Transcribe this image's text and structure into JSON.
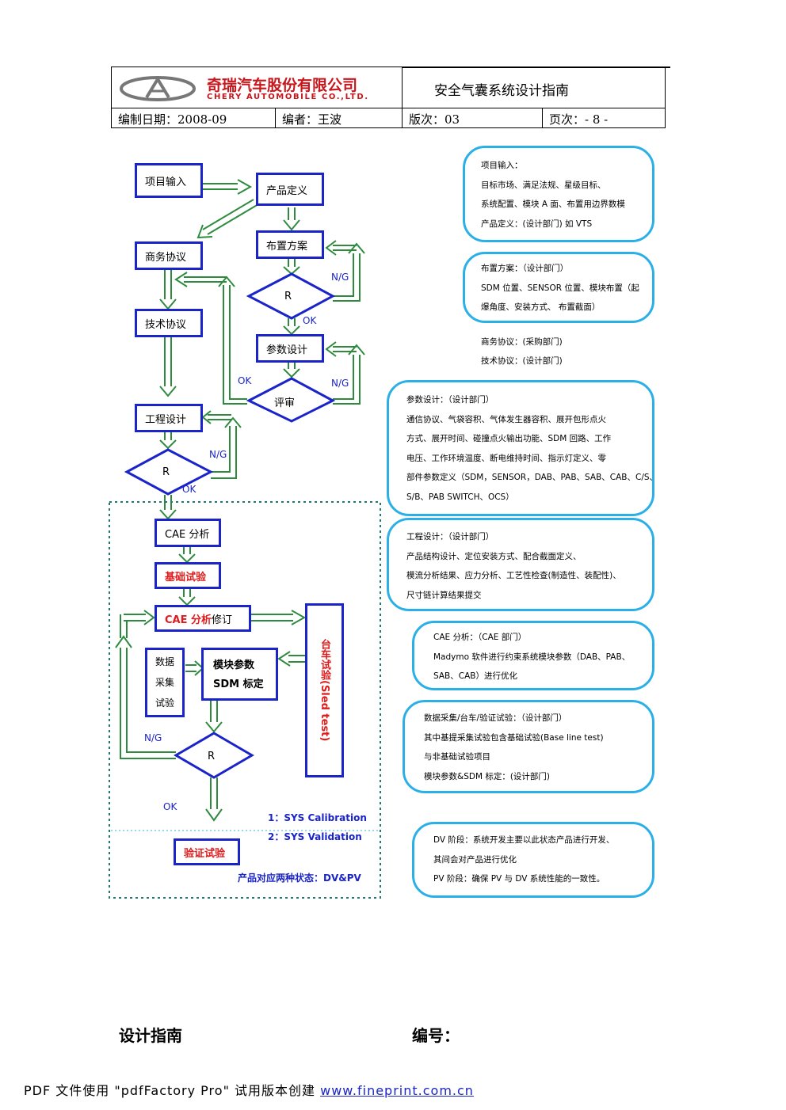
{
  "header": {
    "company_cn": "奇瑞汽车股份有限公司",
    "company_en": "CHERY AUTOMOBILE CO.,LTD.",
    "doc_title": "安全气囊系统设计指南",
    "date_label": "编制日期：2008-09",
    "author_label": "编者：王波",
    "version_label": "版次：03",
    "page_label": "页次：- 8 -"
  },
  "flow": {
    "project_input": "项目输入",
    "product_def": "产品定义",
    "business": "商务协议",
    "layout": "布置方案",
    "tech": "技术协议",
    "param": "参数设计",
    "engineering": "工程设计",
    "review": "评审",
    "r1": "R",
    "r2": "R",
    "r3": "R",
    "ng1": "N/G",
    "ok1": "OK",
    "ng2": "N/G",
    "ok2": "OK",
    "ng3": "N/G",
    "ok3": "OK",
    "ng4": "N/G",
    "ok4": "OK",
    "cae": "CAE 分析",
    "basic_test": "基础试验",
    "cae_revise_red": "CAE 分析",
    "cae_revise_black": "修订",
    "data_collect": "数据采集试验",
    "module_param_1": "模块参数",
    "module_param_2": "SDM 标定",
    "sled_test": "台车试验(Sled test)",
    "sys_cal": "1：SYS Calibration",
    "sys_val": "2：SYS Validation",
    "verify_test": "验证试验",
    "dvpv": "产品对应两种状态：DV&PV"
  },
  "callouts": {
    "c1": [
      "项目输入：",
      "目标市场、满足法规、星级目标、",
      "系统配置、模块 A 面、布置用边界数模",
      "产品定义：(设计部门) 如 VTS"
    ],
    "c2": [
      "布置方案：（设计部门）",
      "SDM 位置、SENSOR 位置、模块布置（起",
      "爆角度、安装方式、 布置截面）"
    ],
    "side": [
      "商务协议：(采购部门)",
      "技术协议：(设计部门)"
    ],
    "c3": [
      "参数设计：（设计部门）",
      "通信协议、气袋容积、气体发生器容积、展开包形点火",
      "方式、展开时间、碰撞点火输出功能、SDM 回路、工作",
      "电压、工作环境温度、断电维持时间、指示灯定义、零",
      "部件参数定义（SDM，SENSOR，DAB、PAB、SAB、CAB、C/S、",
      "S/B、PAB SWITCH、OCS）"
    ],
    "c4": [
      "工程设计：（设计部门）",
      "产品结构设计、定位安装方式、配合截面定义、",
      "模流分析结果、应力分析、工艺性检查(制造性、装配性)、",
      "尺寸链计算结果提交"
    ],
    "c5": [
      "CAE 分析：（CAE 部门）",
      "Madymo 软件进行约束系统模块参数（DAB、PAB、",
      "SAB、CAB）进行优化"
    ],
    "c6": [
      "数据采集/台车/验证试验：（设计部门）",
      "其中基提采集试验包含基础试验(Base line test)",
      "与非基础试验项目",
      "模块参数&SDM 标定：(设计部门)"
    ],
    "c7": [
      "DV 阶段：系统开发主要以此状态产品进行开发、",
      "其间会对产品进行优化",
      "PV 阶段：确保 PV 与 DV 系统性能的一致性。"
    ]
  },
  "footer": {
    "guide": "设计指南",
    "number": "编号："
  },
  "watermark": {
    "text": "PDF 文件使用 \"pdfFactory Pro\" 试用版本创建 ",
    "link": "www.fineprint.com.cn"
  }
}
